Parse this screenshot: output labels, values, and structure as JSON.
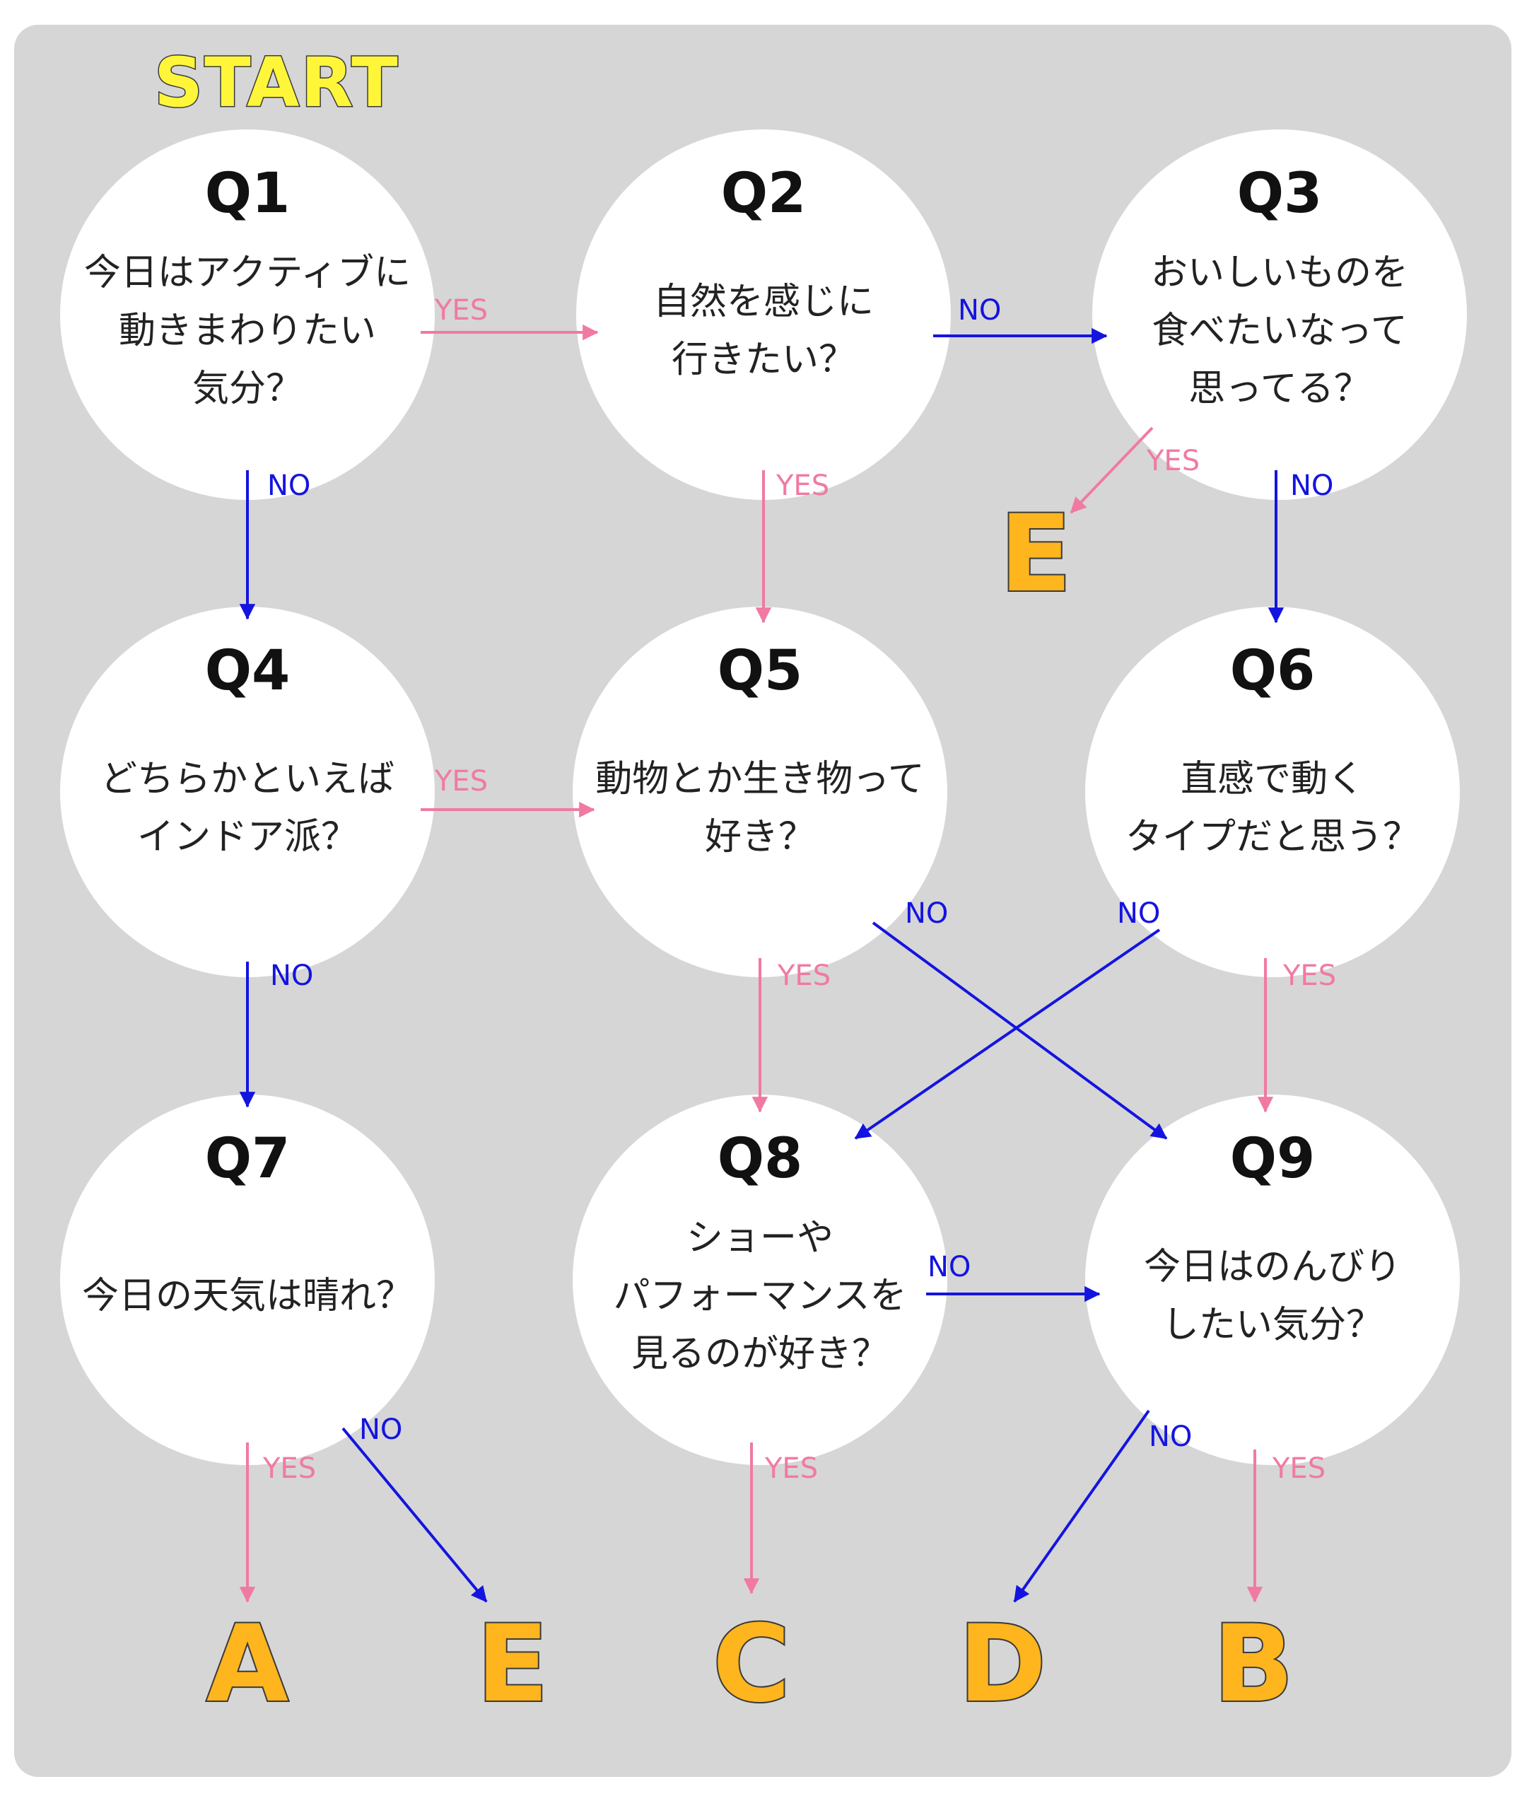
{
  "start_label": "START",
  "colors": {
    "yes": "#f07aa3",
    "no": "#1414e0",
    "result": "#ffb51e",
    "start": "#fff63a",
    "panel": "#d6d6d6"
  },
  "questions": [
    {
      "id": "Q1",
      "lines": [
        "今日はアクティブに",
        "動きまわりたい",
        "気分？"
      ]
    },
    {
      "id": "Q2",
      "lines": [
        "自然を感じに",
        "行きたい？"
      ]
    },
    {
      "id": "Q3",
      "lines": [
        "おいしいものを",
        "食べたいなって",
        "思ってる？"
      ]
    },
    {
      "id": "Q4",
      "lines": [
        "どちらかといえば",
        "インドア派？"
      ]
    },
    {
      "id": "Q5",
      "lines": [
        "動物とか生き物って",
        "好き？"
      ]
    },
    {
      "id": "Q6",
      "lines": [
        "直感で動く",
        "タイプだと思う？"
      ]
    },
    {
      "id": "Q7",
      "lines": [
        "今日の天気は晴れ？"
      ]
    },
    {
      "id": "Q8",
      "lines": [
        "ショーや",
        "パフォーマンスを",
        "見るのが好き？"
      ]
    },
    {
      "id": "Q9",
      "lines": [
        "今日はのんびり",
        "したい気分？"
      ]
    }
  ],
  "results": [
    "E",
    "A",
    "E",
    "C",
    "D",
    "B"
  ],
  "edges": [
    {
      "from": "Q1",
      "to": "Q2",
      "answer": "YES"
    },
    {
      "from": "Q1",
      "to": "Q4",
      "answer": "NO"
    },
    {
      "from": "Q2",
      "to": "Q3",
      "answer": "NO"
    },
    {
      "from": "Q2",
      "to": "Q5",
      "answer": "YES"
    },
    {
      "from": "Q3",
      "to": "E",
      "answer": "YES"
    },
    {
      "from": "Q3",
      "to": "Q6",
      "answer": "NO"
    },
    {
      "from": "Q4",
      "to": "Q5",
      "answer": "YES"
    },
    {
      "from": "Q4",
      "to": "Q7",
      "answer": "NO"
    },
    {
      "from": "Q5",
      "to": "Q9",
      "answer": "NO"
    },
    {
      "from": "Q5",
      "to": "Q8",
      "answer": "YES"
    },
    {
      "from": "Q6",
      "to": "Q8",
      "answer": "NO"
    },
    {
      "from": "Q6",
      "to": "Q9",
      "answer": "YES"
    },
    {
      "from": "Q7",
      "to": "A",
      "answer": "YES"
    },
    {
      "from": "Q7",
      "to": "E",
      "answer": "NO"
    },
    {
      "from": "Q8",
      "to": "Q9",
      "answer": "NO"
    },
    {
      "from": "Q8",
      "to": "C",
      "answer": "YES"
    },
    {
      "from": "Q9",
      "to": "D",
      "answer": "NO"
    },
    {
      "from": "Q9",
      "to": "B",
      "answer": "YES"
    }
  ]
}
